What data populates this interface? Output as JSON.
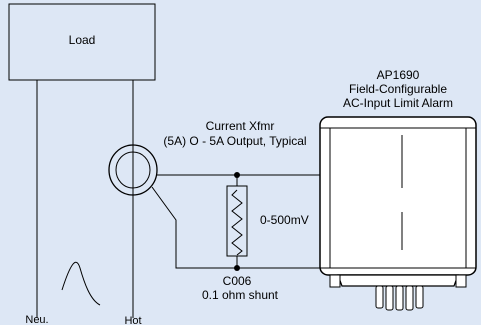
{
  "diagram": {
    "load_label": "Load",
    "device": {
      "model": "AP1690",
      "line1": "Field-Configurable",
      "line2": "AC-Input Limit Alarm"
    },
    "transformer": {
      "title": "Current Xfmr",
      "spec": "(5A)  O  -  5A  Output, Typical"
    },
    "signal_label": "0-500mV",
    "shunt": {
      "part": "C006",
      "desc": "0.1 ohm shunt"
    },
    "neutral_label": "Neu.",
    "hot_label": "Hot"
  },
  "colors": {
    "background": "#dde7f5",
    "device_body": "#ffffff",
    "wire": "#000000"
  }
}
